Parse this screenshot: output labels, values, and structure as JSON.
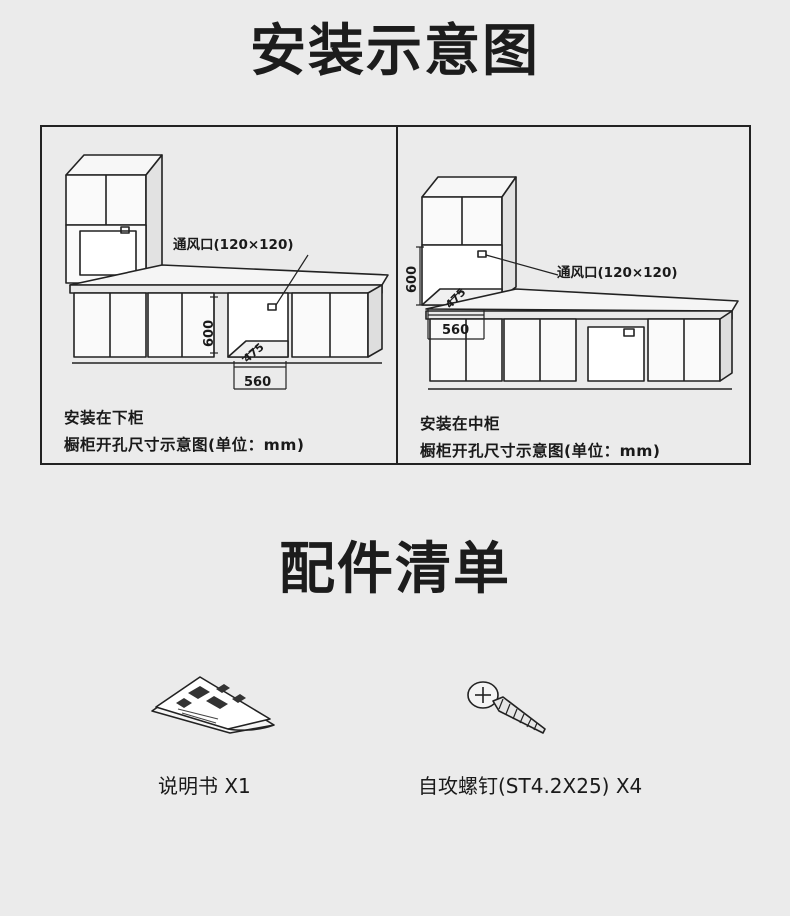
{
  "install_section": {
    "title": "安装示意图",
    "panels": [
      {
        "vent_label": "通风口(120×120)",
        "dim_height": "600",
        "dim_depth": "475",
        "dim_width": "560",
        "caption_line1": "安装在下柜",
        "caption_line2": "橱柜开孔尺寸示意图(单位：mm)"
      },
      {
        "vent_label": "通风口(120×120)",
        "dim_height": "600",
        "dim_depth": "475",
        "dim_width": "560",
        "caption_line1": "安装在中柜",
        "caption_line2": "橱柜开孔尺寸示意图(单位：mm)"
      }
    ]
  },
  "parts_section": {
    "title": "配件清单",
    "items": [
      {
        "icon": "manual-booklet-icon",
        "label": "说明书 X1"
      },
      {
        "icon": "screw-icon",
        "label": "自攻螺钉(ST4.2X25) X4"
      }
    ]
  }
}
